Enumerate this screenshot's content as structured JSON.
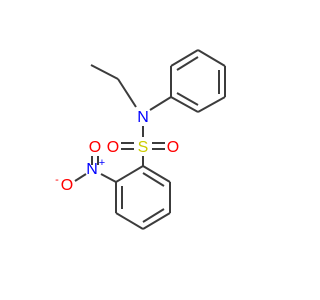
{
  "molecule": {
    "atoms": {
      "nitrogen_amine": {
        "label": "N",
        "color": "#0000ff"
      },
      "sulfur": {
        "label": "S",
        "color": "#cccc00"
      },
      "oxygen_sulfonyl_left": {
        "label": "O",
        "color": "#ff0000"
      },
      "oxygen_sulfonyl_right": {
        "label": "O",
        "color": "#ff0000"
      },
      "nitrogen_nitro": {
        "label": "N",
        "color": "#0000ff"
      },
      "nitro_plus_charge": {
        "label": "+",
        "color": "#0000ff"
      },
      "oxygen_nitro_top": {
        "label": "O",
        "color": "#ff0000"
      },
      "oxygen_nitro_left": {
        "label": "O",
        "color": "#ff0000"
      },
      "nitro_minus_charge": {
        "label": "-",
        "color": "#ff0000"
      }
    },
    "bond_color": "#3c3c3c"
  }
}
